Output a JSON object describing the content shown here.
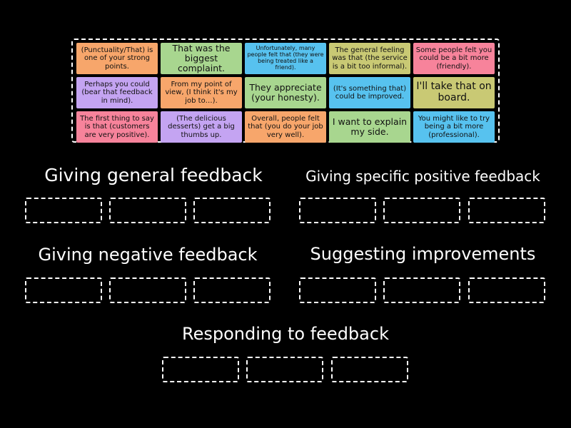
{
  "cards": [
    {
      "text": "(Punctuality/That) is one of your strong points.",
      "color": "#f7a66b",
      "size": "fs-m"
    },
    {
      "text": "That was the biggest complaint.",
      "color": "#a8d68f",
      "size": "fs-l"
    },
    {
      "text": "Unfortunately, many people felt that (they were being treated like a friend).",
      "color": "#57c2ef",
      "size": "fs-s"
    },
    {
      "text": "The general feeling was that (the service is a bit too informal).",
      "color": "#c9c974",
      "size": "fs-m"
    },
    {
      "text": "Some people felt you could be a bit more (friendly).",
      "color": "#f7839b",
      "size": "fs-m"
    },
    {
      "text": "Perhaps you could (bear that feedback in mind).",
      "color": "#c4a4f2",
      "size": "fs-m"
    },
    {
      "text": "From my point of view, (I think it's my job to…).",
      "color": "#f7a66b",
      "size": "fs-m"
    },
    {
      "text": "They appreciate (your honesty).",
      "color": "#a8d68f",
      "size": "fs-l"
    },
    {
      "text": "(It's something that) could be improved.",
      "color": "#57c2ef",
      "size": "fs-m"
    },
    {
      "text": "I'll take that on board.",
      "color": "#c9c974",
      "size": "fs-xl"
    },
    {
      "text": "The first thing to say is that (customers are very positive).",
      "color": "#f7839b",
      "size": "fs-m"
    },
    {
      "text": "(The delicious desserts) get a big thumbs up.",
      "color": "#c4a4f2",
      "size": "fs-m"
    },
    {
      "text": "Overall, people felt that (you do your job very well).",
      "color": "#f7a66b",
      "size": "fs-m"
    },
    {
      "text": "I want to explain my side.",
      "color": "#a8d68f",
      "size": "fs-l"
    },
    {
      "text": "You might like to try being a bit more (professional).",
      "color": "#57c2ef",
      "size": "fs-m"
    }
  ],
  "categories": [
    {
      "title": "Giving general feedback"
    },
    {
      "title": "Giving specific positive feedback"
    },
    {
      "title": "Giving negative feedback"
    },
    {
      "title": "Suggesting improvements"
    },
    {
      "title": "Responding to feedback"
    }
  ]
}
